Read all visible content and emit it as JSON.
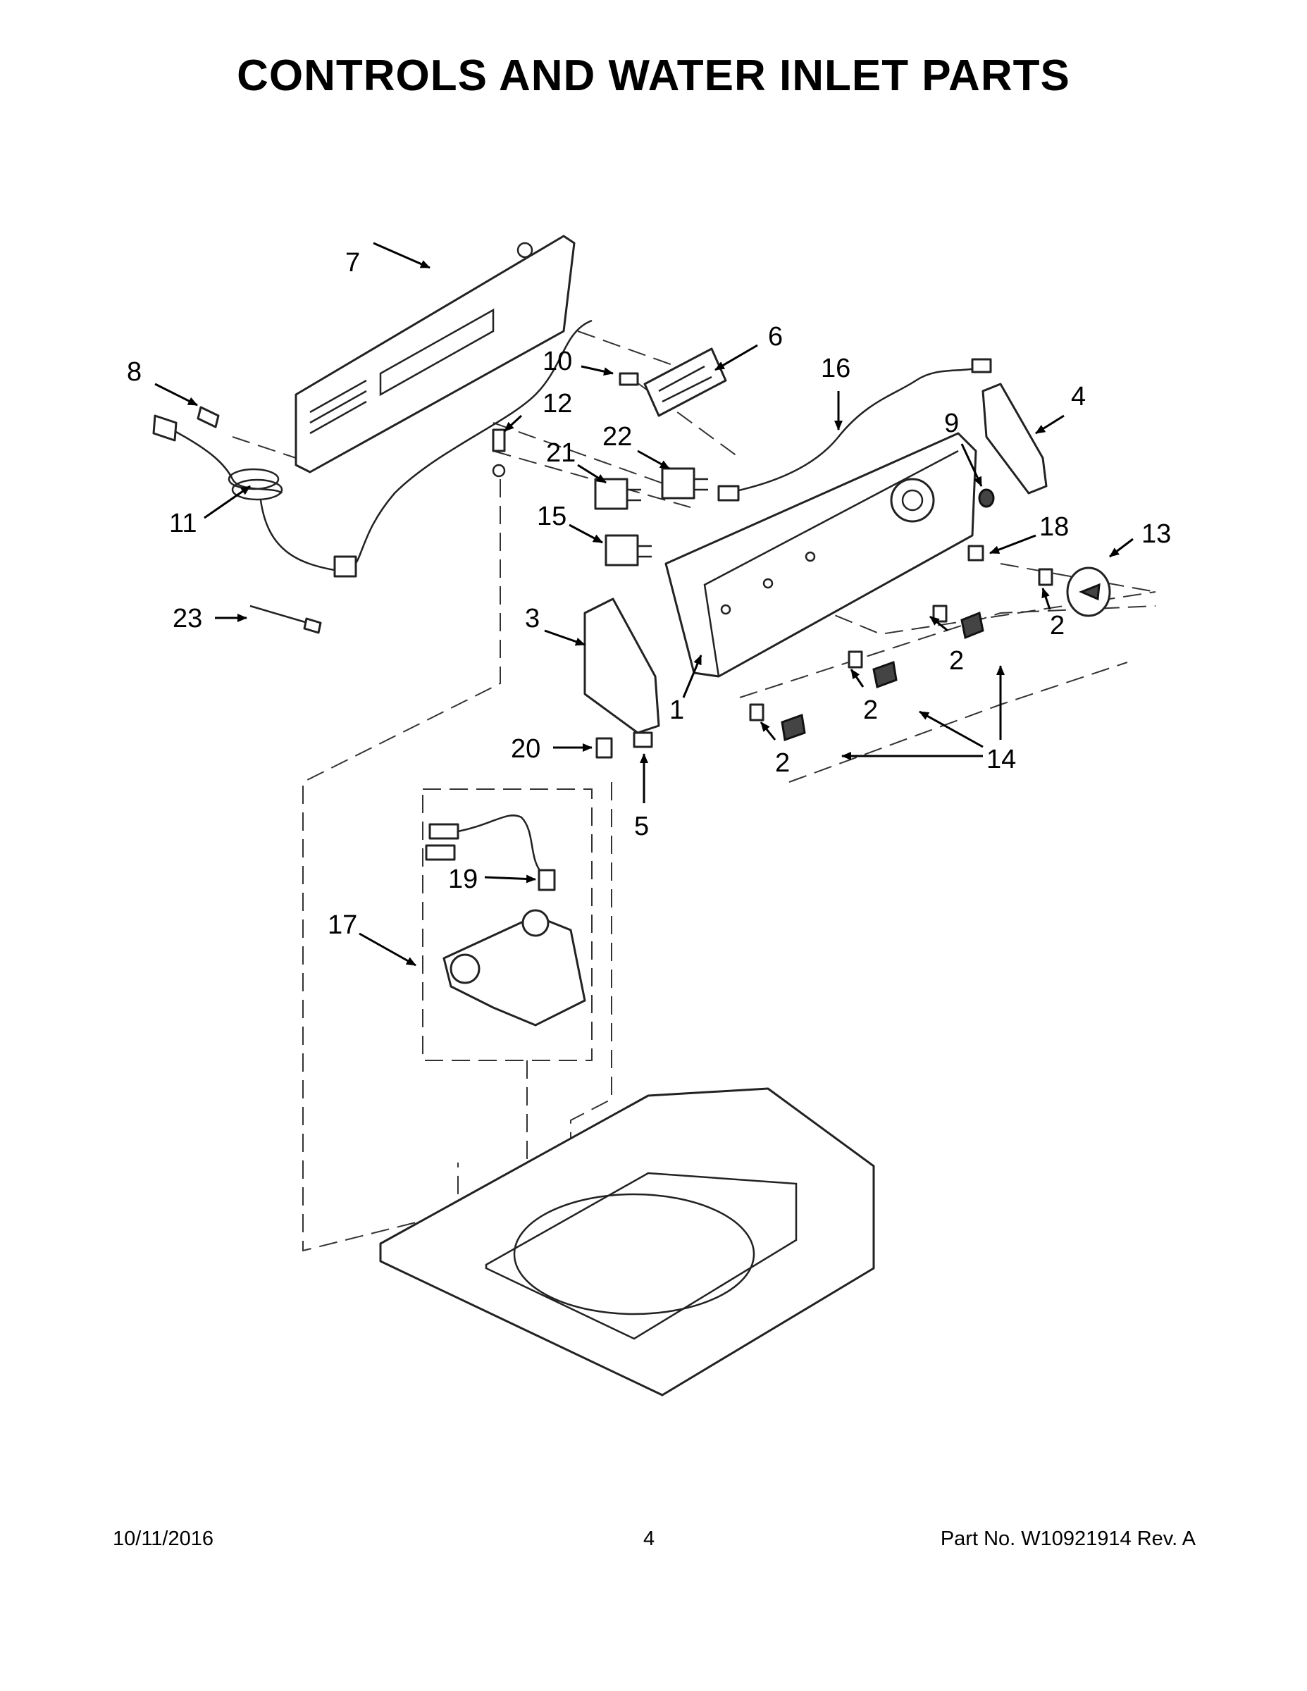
{
  "title": "CONTROLS AND WATER INLET PARTS",
  "footer": {
    "date": "10/11/2016",
    "page": "4",
    "part_number": "Part No.  W10921914  Rev.  A"
  },
  "callouts": {
    "c1": "1",
    "c2a": "2",
    "c2b": "2",
    "c2c": "2",
    "c2d": "2",
    "c3": "3",
    "c4": "4",
    "c5": "5",
    "c6": "6",
    "c7": "7",
    "c8": "8",
    "c9": "9",
    "c10": "10",
    "c11": "11",
    "c12": "12",
    "c13": "13",
    "c14": "14",
    "c15": "15",
    "c16": "16",
    "c17": "17",
    "c18": "18",
    "c19": "19",
    "c20": "20",
    "c21": "21",
    "c22": "22",
    "c23": "23"
  }
}
